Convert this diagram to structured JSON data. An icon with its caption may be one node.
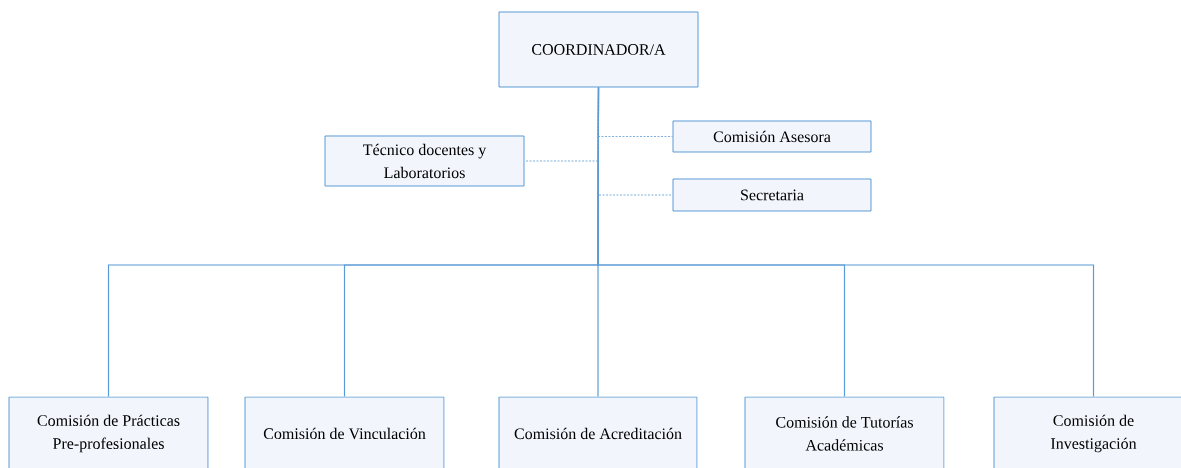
{
  "diagram": {
    "nodes": [
      {
        "text": [
          "COORDINADOR/A"
        ]
      },
      {
        "text": [
          "Técnico docentes y Laboratorios"
        ]
      },
      {
        "text": [
          "Comisión Asesora"
        ]
      },
      {
        "text": [
          "Secretaria"
        ]
      },
      {
        "text": [
          "Comisión de Prácticas Pre-profesionales"
        ]
      },
      {
        "text": [
          "Comisión de Vinculación"
        ]
      },
      {
        "text": [
          "Comisión de Acreditación"
        ]
      },
      {
        "text": [
          "Comisión de Tutorías Académicas"
        ]
      },
      {
        "text": [
          "Comisión de Investigación"
        ]
      }
    ],
    "edges": [
      {
        "from": 0,
        "to": 1,
        "arrow": "none",
        "style": "dashed"
      },
      {
        "from": 0,
        "to": 2,
        "arrow": "none",
        "style": "dashed"
      },
      {
        "from": 0,
        "to": 3,
        "arrow": "none",
        "style": "dashed"
      },
      {
        "from": 0,
        "to": 4,
        "arrow": "none"
      },
      {
        "from": 0,
        "to": 5,
        "arrow": "none"
      },
      {
        "from": 0,
        "to": 6,
        "arrow": "none"
      },
      {
        "from": 0,
        "to": 7,
        "arrow": "none"
      },
      {
        "from": 0,
        "to": 8,
        "arrow": "none"
      }
    ]
  }
}
